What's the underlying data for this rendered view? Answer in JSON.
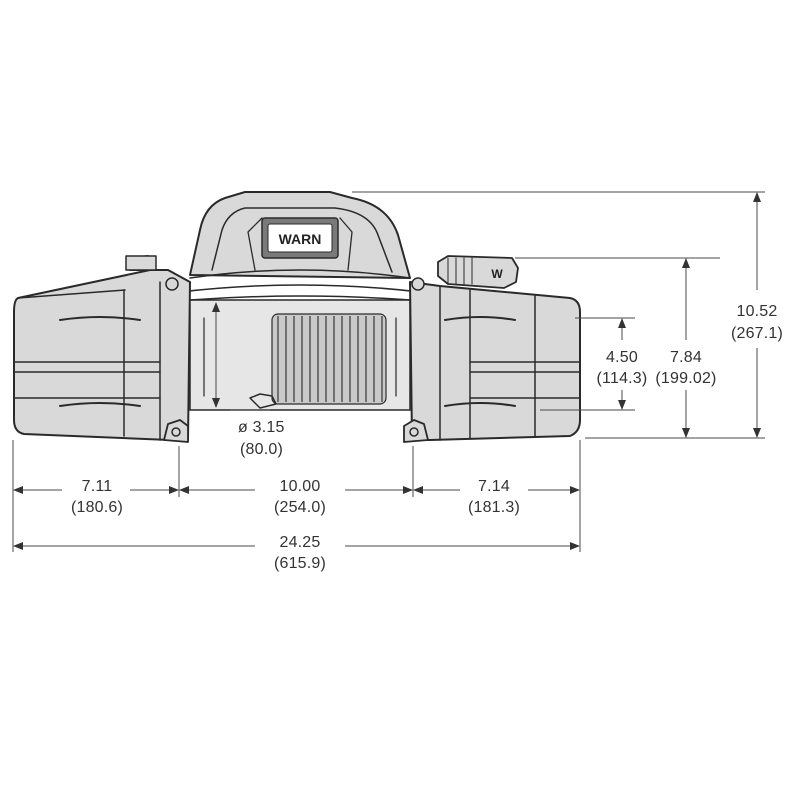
{
  "brand": {
    "logo_text": "WARN",
    "remote_logo_text": "W"
  },
  "dimensions": {
    "left_end": {
      "in": "7.11",
      "mm": "(180.6)"
    },
    "drum_length": {
      "in": "10.00",
      "mm": "(254.0)"
    },
    "right_end": {
      "in": "7.14",
      "mm": "(181.3)"
    },
    "overall_length": {
      "in": "24.25",
      "mm": "(615.9)"
    },
    "drum_diameter": {
      "in": "ø 3.15",
      "mm": "(80.0)"
    },
    "mount_height": {
      "in": "4.50",
      "mm": "(114.3)"
    },
    "control_height": {
      "in": "7.84",
      "mm": "(199.02)"
    },
    "overall_height": {
      "in": "10.52",
      "mm": "(267.1)"
    }
  },
  "colors": {
    "ink": "#2a2a2a",
    "housing": "#d9d9d9",
    "drum": "#e6e6e6",
    "rope": "#c9c9c9"
  }
}
